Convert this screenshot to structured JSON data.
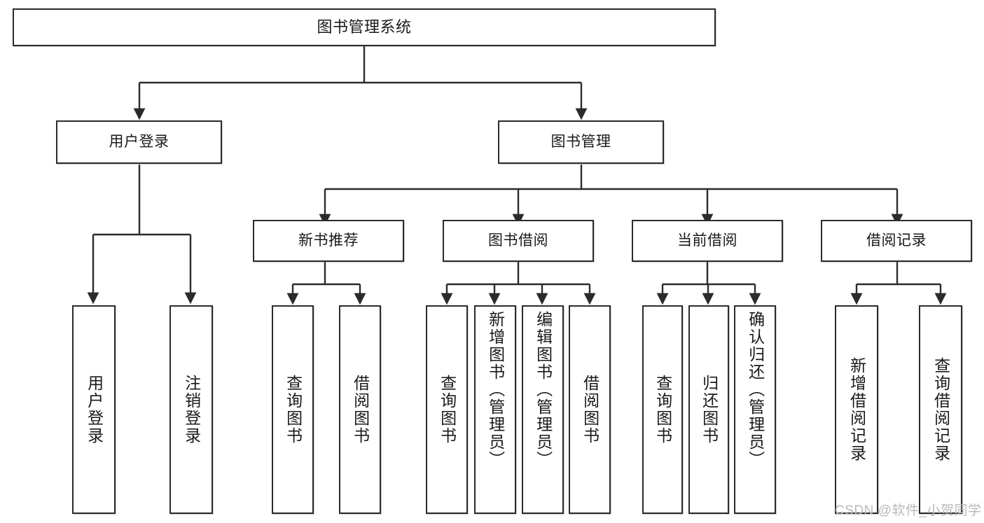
{
  "diagram": {
    "type": "tree",
    "title": "图书管理系统",
    "watermark": "CSDN @软件_小贺同学",
    "colors": {
      "border": "#2b2b2b",
      "background": "#ffffff",
      "text": "#1a1a1a",
      "connector": "#2b2b2b",
      "watermark": "#b9b9b9"
    },
    "nodes": {
      "root": {
        "label": "图书管理系统"
      },
      "level2": [
        {
          "label": "用户登录"
        },
        {
          "label": "图书管理"
        }
      ],
      "level3": [
        {
          "label": "新书推荐"
        },
        {
          "label": "图书借阅"
        },
        {
          "label": "当前借阅"
        },
        {
          "label": "借阅记录"
        }
      ],
      "leaves": {
        "user_login": [
          {
            "label": "用户登录"
          },
          {
            "label": "注销登录"
          }
        ],
        "new_book_recommend": [
          {
            "label": "查询图书"
          },
          {
            "label": "借阅图书"
          }
        ],
        "book_borrow": [
          {
            "label": "查询图书"
          },
          {
            "label": "新增图书（管理员）"
          },
          {
            "label": "编辑图书（管理员）"
          },
          {
            "label": "借阅图书"
          }
        ],
        "current_borrow": [
          {
            "label": "查询图书"
          },
          {
            "label": "归还图书"
          },
          {
            "label": "确认归还（管理员）"
          }
        ],
        "borrow_record": [
          {
            "label": "新增借阅记录"
          },
          {
            "label": "查询借阅记录"
          }
        ]
      }
    }
  }
}
